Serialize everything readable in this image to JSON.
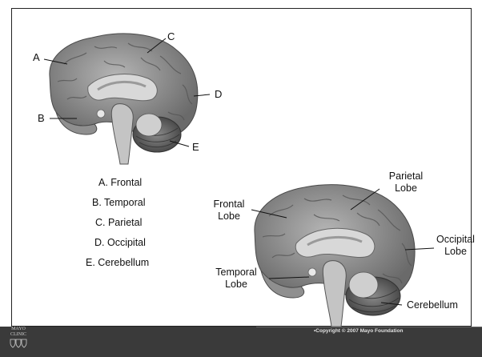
{
  "diagram1": {
    "labels": {
      "A": "A",
      "B": "B",
      "C": "C",
      "D": "D",
      "E": "E"
    }
  },
  "legend": [
    "A. Frontal",
    "B. Temporal",
    "C. Parietal",
    "D. Occipital",
    "E. Cerebellum"
  ],
  "diagram2": {
    "frontal": [
      "Frontal",
      "Lobe"
    ],
    "parietal": [
      "Parietal",
      "Lobe"
    ],
    "occipital": [
      "Occipital",
      "Lobe"
    ],
    "temporal": [
      "Temporal",
      "Lobe"
    ],
    "cerebellum": "Cerebellum"
  },
  "footer": {
    "copyright": "•Copyright © 2007 Mayo Foundation",
    "logo_line1": "MAYO",
    "logo_line2": "CLINIC",
    "logo_icon": "mayo-shields-icon"
  },
  "colors": {
    "cortex": "#9a9a9a",
    "cortex_dark": "#5e5e5e",
    "inner": "#d6d6d6",
    "cerebellum": "#6a6a6a",
    "footer": "#3a3a3a"
  }
}
